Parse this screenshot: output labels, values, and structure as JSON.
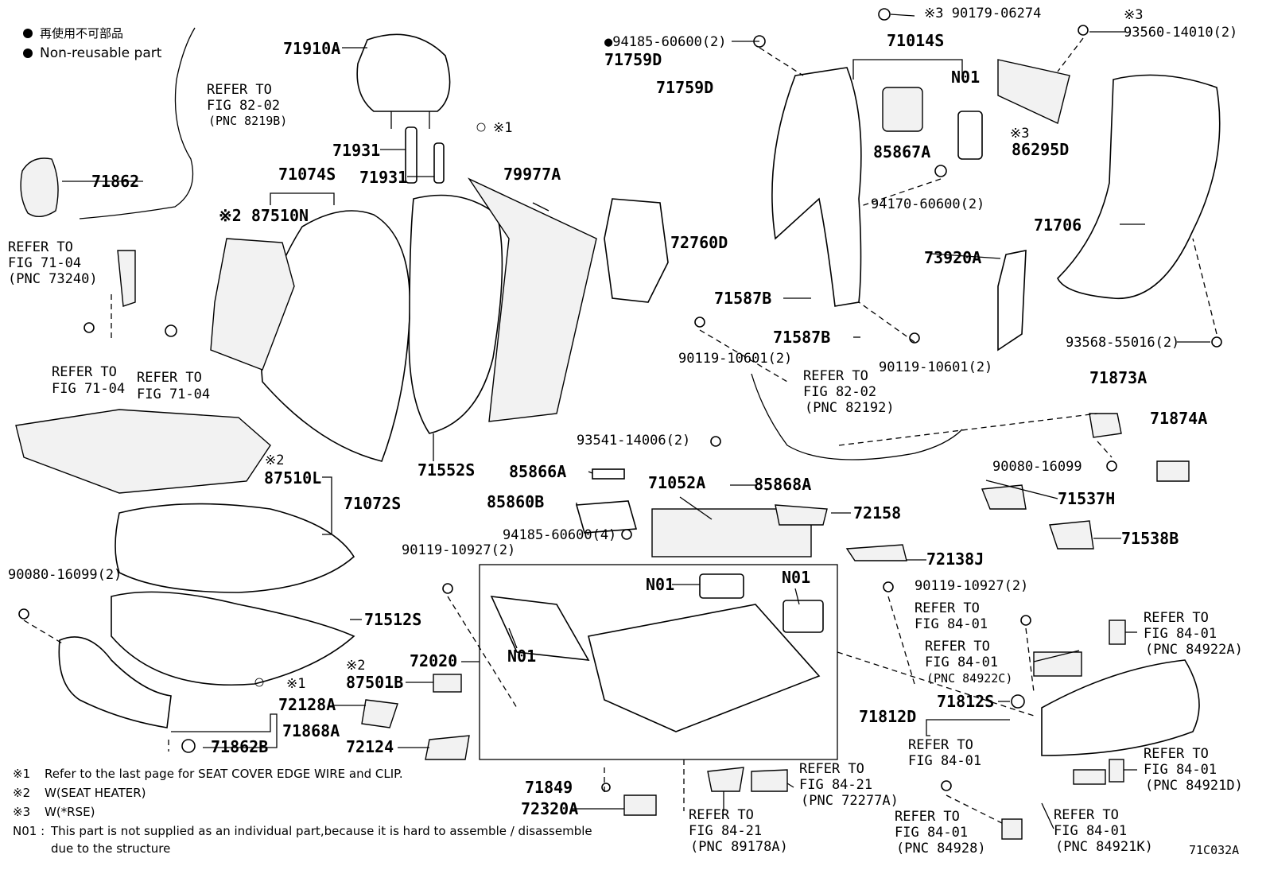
{
  "legend": {
    "items": [
      {
        "bullet": "●",
        "text": "再使用不可部品"
      },
      {
        "bullet": "●",
        "text": "Non-reusable part"
      }
    ]
  },
  "labels": {
    "p71910A": "71910A",
    "p71931a": "71931",
    "p71931b": "71931",
    "p71074S": "71074S",
    "p87510N": "※2 87510N",
    "p79977A": "79977A",
    "p71862": "71862",
    "p71552S": "71552S",
    "p87510L_mark": "※2",
    "p87510L": "87510L",
    "p71072S": "71072S",
    "p71512S": "71512S",
    "p9008016099_2": "90080-16099(2)",
    "p71862B": "71862B",
    "p71868A": "71868A",
    "p72128A": "72128A",
    "p72124": "72124",
    "p87501B_mark": "※2",
    "p87501B": "87501B",
    "p72020": "72020",
    "p71849": "71849",
    "p72320A": "72320A",
    "p9418560600_2": "●94185-60600(2)",
    "p71759D_a": "71759D",
    "p71759D_b": "71759D",
    "p72760D": "72760D",
    "p9017906274": "※3 90179-06274",
    "p71014S": "71014S",
    "pN01_top": "N01",
    "p85867A": "85867A",
    "p9417060600": "94170-60600(2)",
    "p71587B_a": "71587B",
    "p71587B_b": "71587B",
    "p9011910601_a": "90119-10601(2)",
    "p9011910601_b": "90119-10601(2)",
    "p73920A": "73920A",
    "p9356014010_mark": "※3",
    "p9356014010": "93560-14010(2)",
    "p86295D_mark": "※3",
    "p86295D": "86295D",
    "p71706": "71706",
    "p9356855016": "93568-55016(2)",
    "p71873A": "71873A",
    "p71874A": "71874A",
    "p9008016099": "90080-16099",
    "p71537H": "71537H",
    "p71538B": "71538B",
    "p9354114006": "93541-14006(2)",
    "p85866A": "85866A",
    "p85860B": "85860B",
    "p71052A": "71052A",
    "p85868A": "85868A",
    "p72158": "72158",
    "p9418560600_4": "94185-60600(4)",
    "p9011910927_a": "90119-10927(2)",
    "p9011910927_b": "90119-10927(2)",
    "p72138J": "72138J",
    "pN01_motor1": "N01",
    "pN01_motor2": "N01",
    "pN01_harness": "N01",
    "p71812D": "71812D",
    "p71812S": "71812S",
    "pEdge1": "※1",
    "pEdge2": "※1",
    "code": "71C032A"
  },
  "refs": {
    "r8202a": [
      "REFER TO",
      "FIG 82-02",
      "(PNC 8219B)"
    ],
    "r7104a": [
      "REFER TO",
      "FIG 71-04",
      "(PNC 73240)"
    ],
    "r7104b": [
      "REFER TO",
      "FIG 71-04"
    ],
    "r7104c": [
      "REFER TO",
      "FIG 71-04"
    ],
    "r8202b": [
      "REFER TO",
      "FIG 82-02",
      "(PNC 82192)"
    ],
    "r8401a": [
      "REFER TO",
      "FIG 84-01"
    ],
    "r8401b": [
      "REFER TO",
      "FIG 84-01",
      "(PNC 84922C)"
    ],
    "r8401c": [
      "REFER TO",
      "FIG 84-01",
      "(PNC 84922A)"
    ],
    "r8401d": [
      "REFER TO",
      "FIG 84-01"
    ],
    "r8401e": [
      "REFER TO",
      "FIG 84-01",
      "(PNC 84921D)"
    ],
    "r8401f": [
      "REFER TO",
      "FIG 84-01",
      "(PNC 84928)"
    ],
    "r8401g": [
      "REFER TO",
      "FIG 84-01",
      "(PNC 84921K)"
    ],
    "r8421a": [
      "REFER TO",
      "FIG 84-21",
      "(PNC 72277A)"
    ],
    "r8421b": [
      "REFER TO",
      "FIG 84-21",
      "(PNC 89178A)"
    ]
  },
  "footnotes": [
    {
      "mark": "※1",
      "text": "Refer to the last page for SEAT COVER EDGE WIRE and CLIP."
    },
    {
      "mark": "※2",
      "text": "W(SEAT HEATER)"
    },
    {
      "mark": "※3",
      "text": "W(*RSE)"
    },
    {
      "mark": "N01 :",
      "text": "This part is not supplied as an individual part,because it is hard to assemble / disassemble"
    },
    {
      "mark": "",
      "text": "due to the structure"
    }
  ]
}
